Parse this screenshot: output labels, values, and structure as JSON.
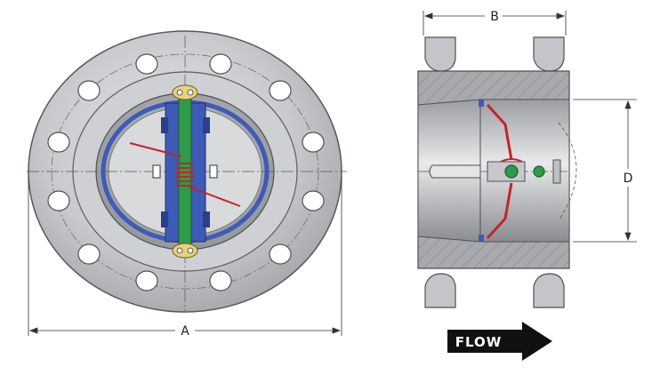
{
  "dimensions": {
    "a": "A",
    "b": "B",
    "d": "D"
  },
  "flow": {
    "label": "FLOW"
  },
  "colors": {
    "steel": "#a9abae",
    "steel_dark": "#6f7276",
    "seat_blue": "#3e5bb8",
    "plate_green": "#2f9a4a",
    "spring_red": "#c2242a",
    "section_hatch": "#8d9094"
  }
}
